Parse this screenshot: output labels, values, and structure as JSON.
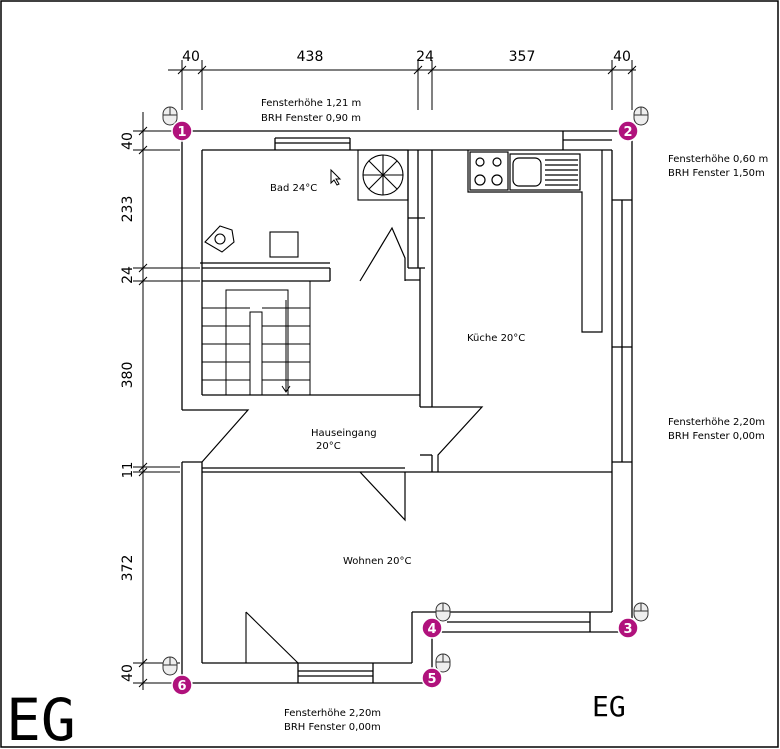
{
  "dimensions_top": [
    "40",
    "438",
    "24",
    "357",
    "40"
  ],
  "dimensions_left": [
    "40",
    "233",
    "24",
    "380",
    "11",
    "372",
    "40"
  ],
  "rooms": {
    "bad": "Bad 24°C",
    "kueche": "Küche 20°C",
    "hauseingang": "Hauseingang",
    "hauseingang_temp": "20°C",
    "wohnen": "Wohnen 20°C"
  },
  "windows": {
    "top": {
      "height": "Fensterhöhe 1,21 m",
      "sill": "BRH Fenster 0,90 m"
    },
    "right_upper": {
      "height": "Fensterhöhe 0,60 m",
      "sill": "BRH Fenster 1,50m"
    },
    "right_lower": {
      "height": "Fensterhöhe 2,20m",
      "sill": "BRH Fenster 0,00m"
    },
    "bottom": {
      "height": "Fensterhöhe 2,20m",
      "sill": "BRH Fenster 0,00m"
    }
  },
  "markers": [
    "1",
    "2",
    "3",
    "4",
    "5",
    "6"
  ],
  "floor_label_large": "EG",
  "floor_label_small": "EG",
  "colors": {
    "marker": "#b0127c",
    "line": "#000000"
  }
}
